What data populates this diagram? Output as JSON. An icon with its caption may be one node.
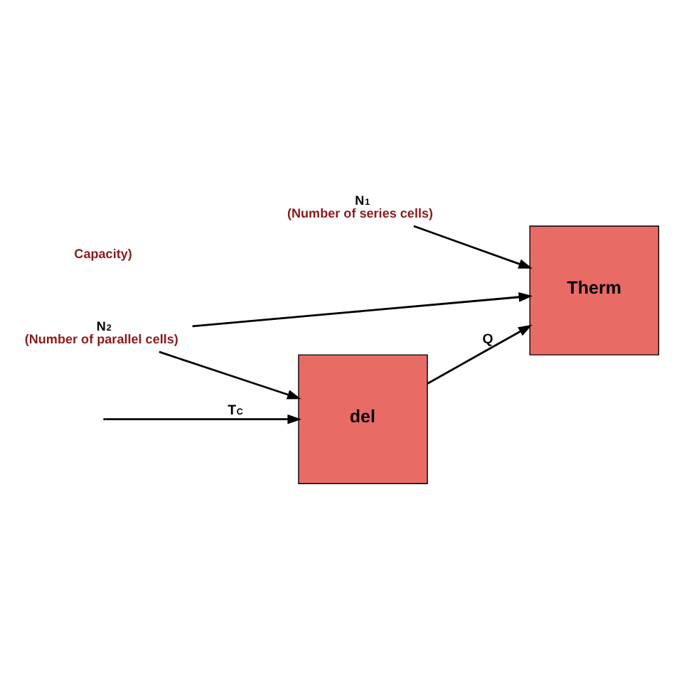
{
  "diagram": {
    "nodes": [
      {
        "text": [
          "del"
        ]
      },
      {
        "text": [
          "Therm"
        ]
      },
      {
        "text": [
          "N$_{1}$",
          "(Number of series cells)"
        ]
      },
      {
        "text": [
          "N$_{2}$",
          "(Number of parallel cells)"
        ]
      }
    ],
    "edges": [
      {
        "from": null,
        "to": 0,
        "arrow": "to",
        "label": "T$_{C}$"
      },
      {
        "from": 0,
        "to": 1,
        "arrow": "to",
        "label": "Q"
      },
      {
        "from": 2,
        "to": 1,
        "arrow": "to"
      },
      {
        "from": 3,
        "to": 0,
        "arrow": "to"
      },
      {
        "from": 3,
        "to": 1,
        "arrow": "to"
      }
    ],
    "labels": [
      "Capacity)"
    ]
  }
}
